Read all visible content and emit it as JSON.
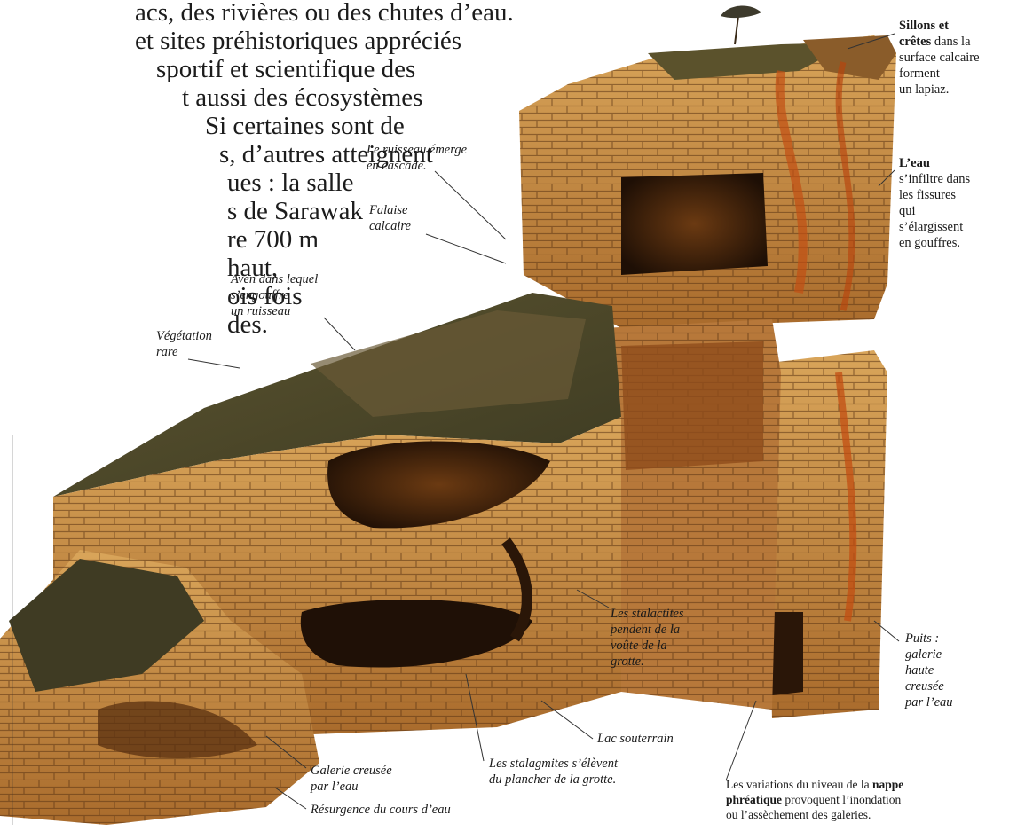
{
  "intro": {
    "lines": [
      "acs, des rivières ou des chutes d’eau.",
      "et sites préhistoriques appréciés",
      "sportif et scientifique des",
      "t aussi des écosystèmes",
      "Si certaines sont de",
      "s, d’autres atteignent",
      "ues : la salle",
      "s de Sarawak",
      "re 700 m",
      "haut,",
      "ois fois",
      "des."
    ]
  },
  "labels": {
    "lapiaz": {
      "b1": "Sillons et",
      "b2": "crêtes",
      "r2": " dans la",
      "l3": "surface calcaire",
      "l4": "forment",
      "l5": "un lapiaz."
    },
    "infiltration": {
      "b1": "L’eau",
      "l2": "s’infiltre dans",
      "l3": "les fissures",
      "l4": "qui",
      "l5": "s’élargissent",
      "l6": "en gouffres."
    },
    "cascade": {
      "l1": "Le ruisseau émerge",
      "l2": "en cascade."
    },
    "falaise": {
      "l1": "Falaise",
      "l2": "calcaire"
    },
    "aven": {
      "l1": "Aven dans lequel",
      "l2": "s’engouffre",
      "l3": "un ruisseau"
    },
    "vegetation": {
      "l1": "Végétation",
      "l2": "rare"
    },
    "stalactites": {
      "l1": "Les stalactites",
      "l2": "pendent de la",
      "l3": "voûte de la",
      "l4": "grotte."
    },
    "lac": {
      "l1": "Lac souterrain"
    },
    "puits": {
      "l1": "Puits :",
      "l2": "galerie",
      "l3": "haute",
      "l4": "creusée",
      "l5": "par l’eau"
    },
    "galerie": {
      "l1": "Galerie creusée",
      "l2": "par l’eau"
    },
    "stalagmites": {
      "l1": "Les stalagmites s’élèvent",
      "l2": "du plancher de la grotte."
    },
    "resurgence": {
      "l1": "Résurgence du cours d’eau"
    },
    "nappe": {
      "r1": "Les variations du niveau de la ",
      "b1": "nappe",
      "b2": "phréatique",
      "r2": " provoquent l’inondation",
      "l3": "ou l’assèchement des galeries."
    }
  },
  "colors": {
    "rock_light": "#d6a052",
    "rock_mid": "#b77a34",
    "rock_dark": "#6e3f17",
    "cave_dark": "#2a1608",
    "moss": "#4c4628",
    "leader": "#333333"
  }
}
